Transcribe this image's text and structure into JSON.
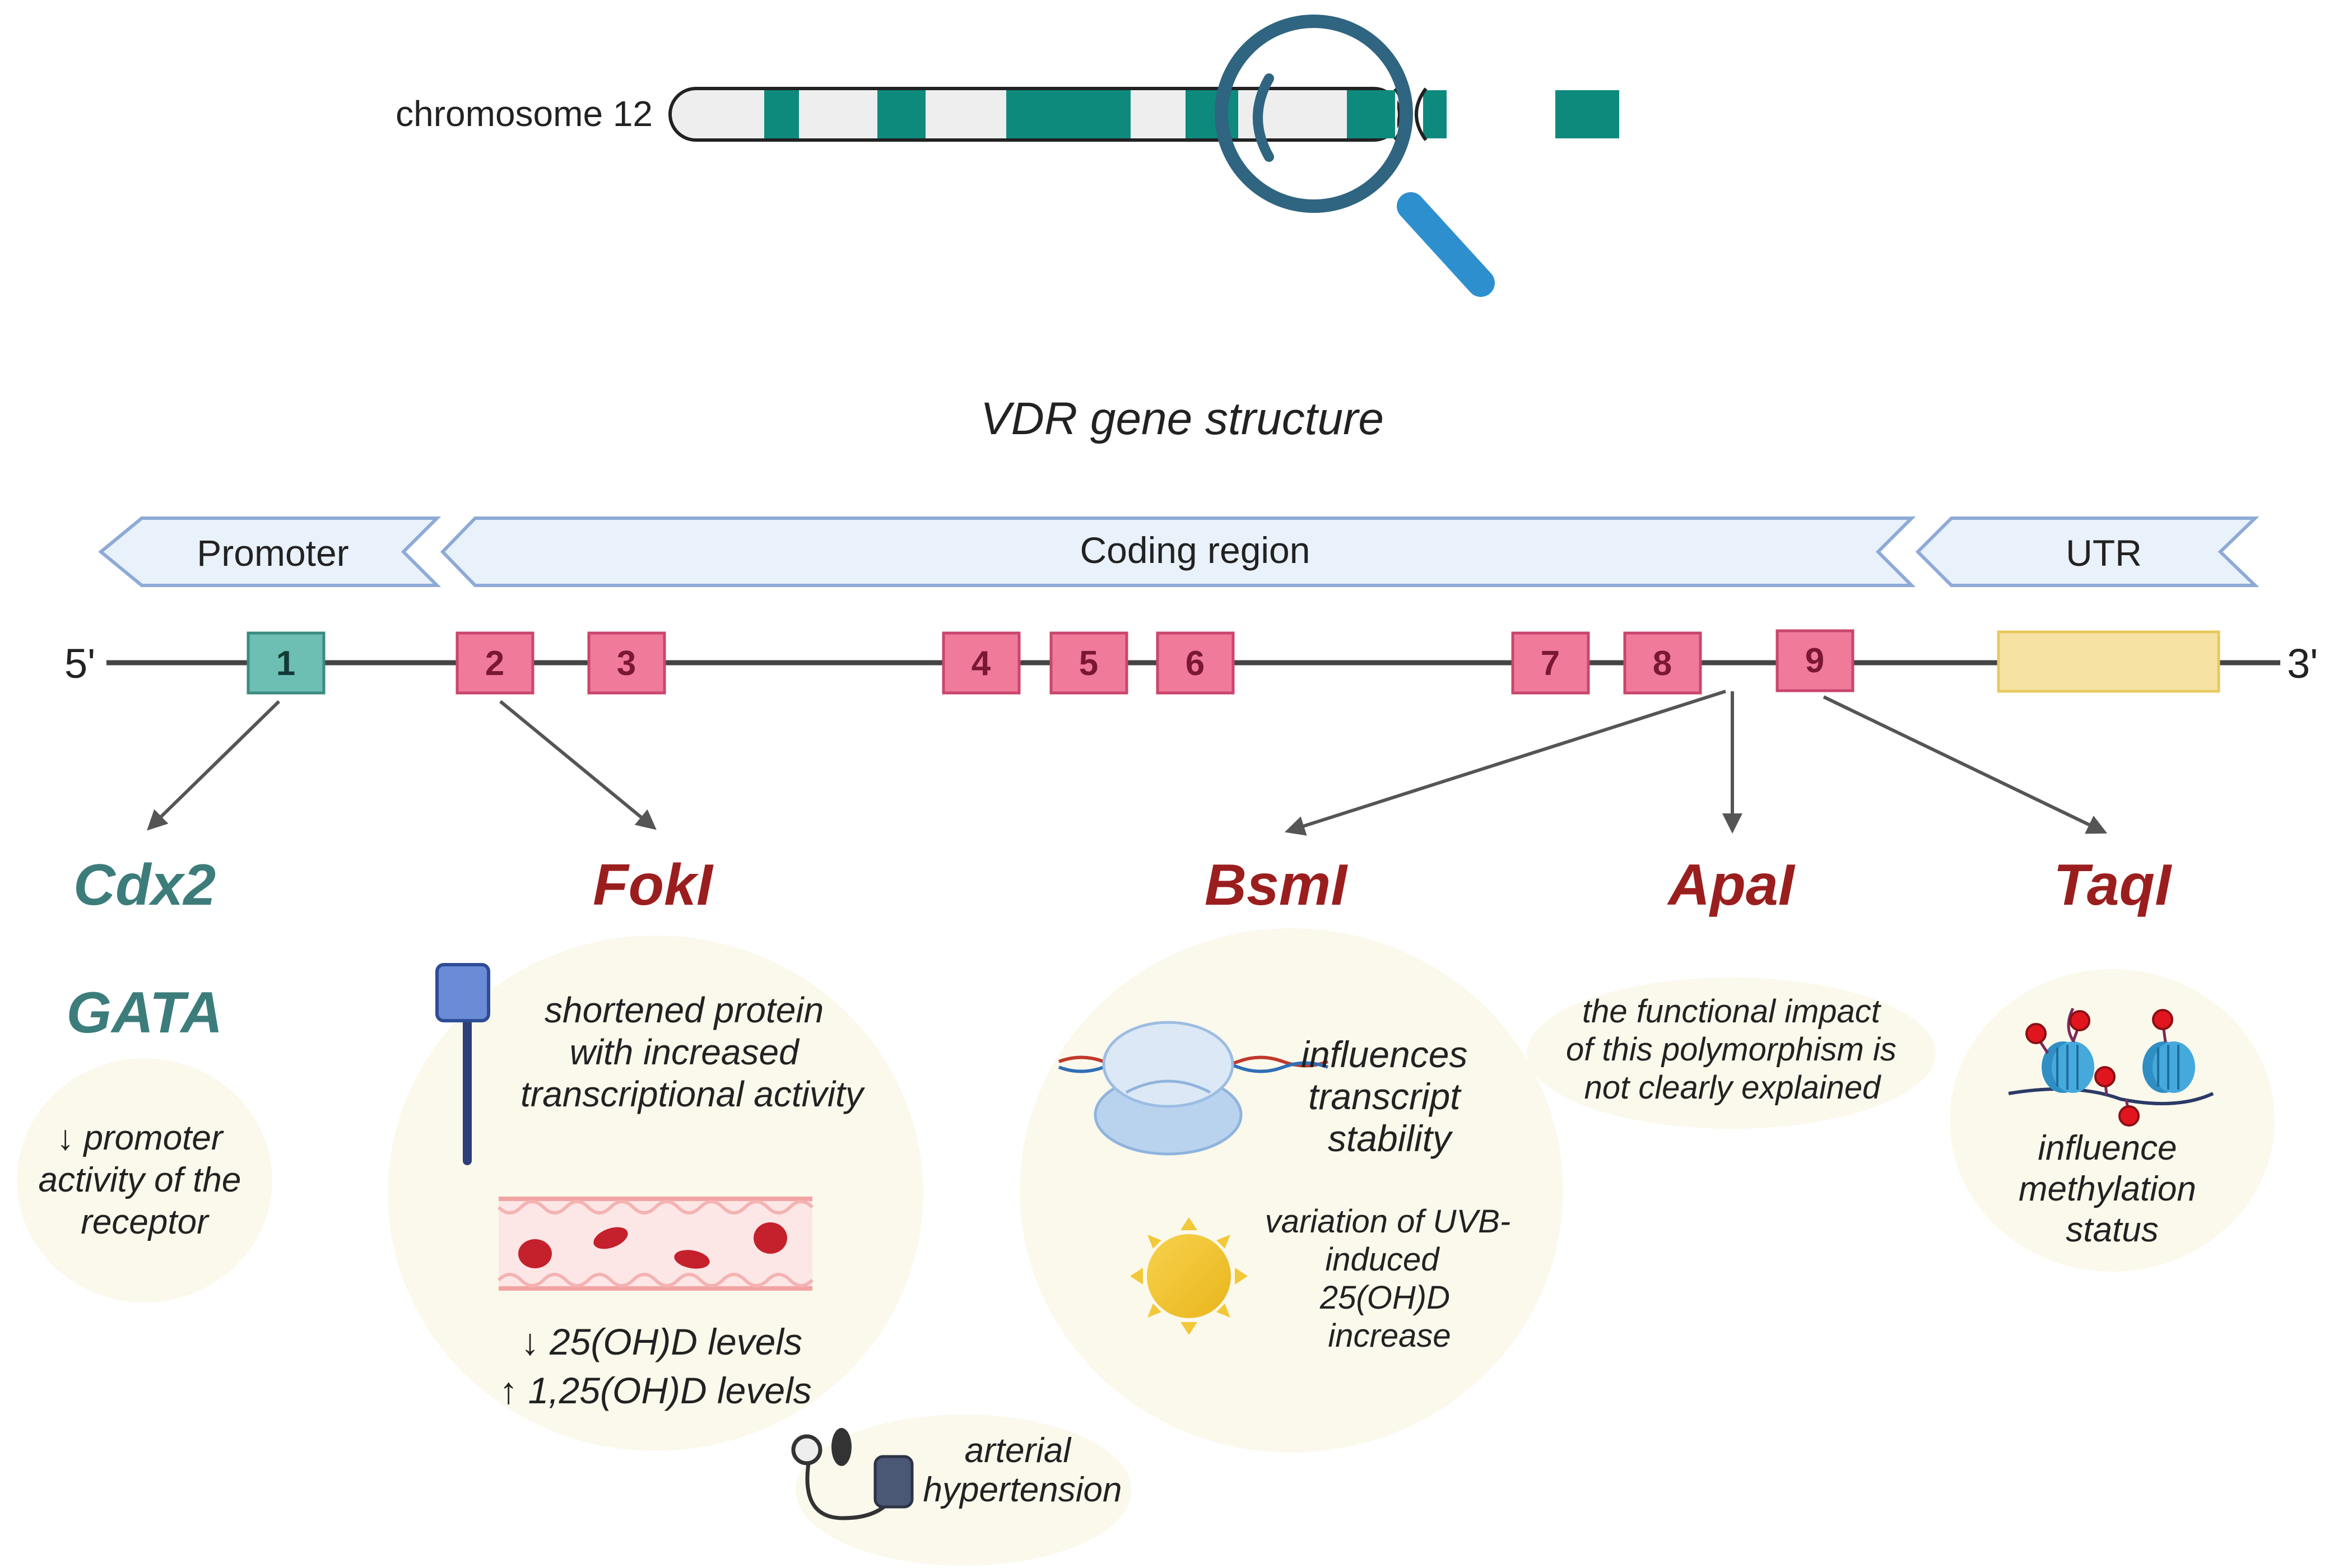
{
  "chromosome": {
    "label": "chromosome 12"
  },
  "title": "VDR gene structure",
  "regions": {
    "promoter": "Promoter",
    "coding": "Coding region",
    "utr": "UTR"
  },
  "gene": {
    "five_prime": "5'",
    "three_prime": "3'",
    "exons": [
      "1",
      "2",
      "3",
      "4",
      "5",
      "6",
      "7",
      "8",
      "9"
    ]
  },
  "polymorphisms": {
    "cdx2": "Cdx2",
    "gata": "GATA",
    "fokl": "FokI",
    "bsml": "BsmI",
    "apal": "ApaI",
    "taql": "TaqI"
  },
  "notes": {
    "promoter_activity": [
      "↓ promoter",
      "activity of the",
      "receptor"
    ],
    "shortened_protein": [
      "shortened protein",
      "with increased",
      "transcriptional activity"
    ],
    "levels": [
      "↓ 25(OH)D levels",
      "↑ 1,25(OH)D levels"
    ],
    "hypertension": [
      "arterial",
      "hypertension"
    ],
    "transcript_stability": [
      "influences",
      "transcript",
      "stability"
    ],
    "uvb": [
      "variation of UVB-",
      "induced",
      "25(OH)D",
      "increase"
    ],
    "functional_impact": [
      "the functional impact",
      "of this polymorphism is",
      "not clearly explained"
    ],
    "methylation": [
      "influence",
      "methylation",
      "status"
    ]
  },
  "colors": {
    "teal_band": "#0e8a7d",
    "magnifier": "#2f6580",
    "region_fill": "#e9f1fb",
    "region_stroke": "#8eaad6",
    "exon_pink": "#f07a9a",
    "exon_teal": "#6dbfb3",
    "utr_yellow": "#f6e3a4",
    "bubble": "#fbf9ec",
    "teal_text": "#3c7d7b",
    "red_text": "#9b1e1e"
  }
}
